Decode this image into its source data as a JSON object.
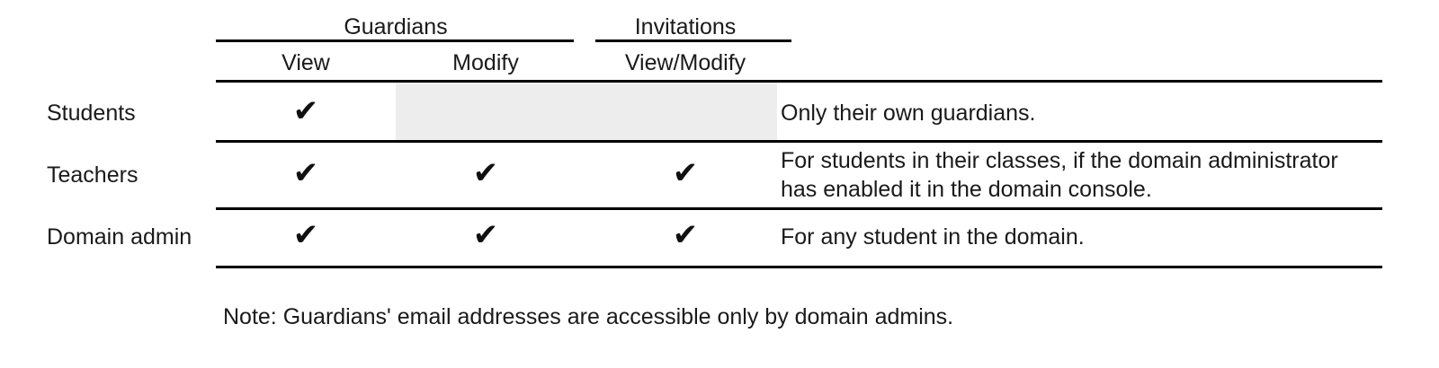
{
  "table": {
    "column_groups": [
      {
        "label": "Guardians",
        "span_columns": [
          "View",
          "Modify"
        ]
      },
      {
        "label": "Invitations",
        "span_columns": [
          "View/Modify"
        ]
      }
    ],
    "columns": [
      {
        "key": "role",
        "label": ""
      },
      {
        "key": "view",
        "label": "View"
      },
      {
        "key": "modify",
        "label": "Modify"
      },
      {
        "key": "viewmodify",
        "label": "View/Modify"
      },
      {
        "key": "notes",
        "label": ""
      }
    ],
    "check_glyph": "✔",
    "rows": [
      {
        "role": "Students",
        "view": "✔",
        "modify": "",
        "modify_state": "shaded",
        "viewmodify": "",
        "viewmodify_state": "shaded",
        "notes": "Only their own guardians."
      },
      {
        "role": "Teachers",
        "view": "✔",
        "modify": "✔",
        "modify_state": "allowed",
        "viewmodify": "✔",
        "viewmodify_state": "allowed",
        "notes": "For students in their classes, if the domain administrator has enabled it in the domain console."
      },
      {
        "role": "Domain admin",
        "view": "✔",
        "modify": "✔",
        "modify_state": "allowed",
        "viewmodify": "✔",
        "viewmodify_state": "allowed",
        "notes": "For any student in the domain."
      }
    ]
  },
  "footnote": "Note: Guardians' email addresses are accessible only by domain admins.",
  "colors": {
    "rule": "#000000",
    "text": "#1a1a1a",
    "shaded_cell": "#ededed",
    "background": "#ffffff"
  }
}
